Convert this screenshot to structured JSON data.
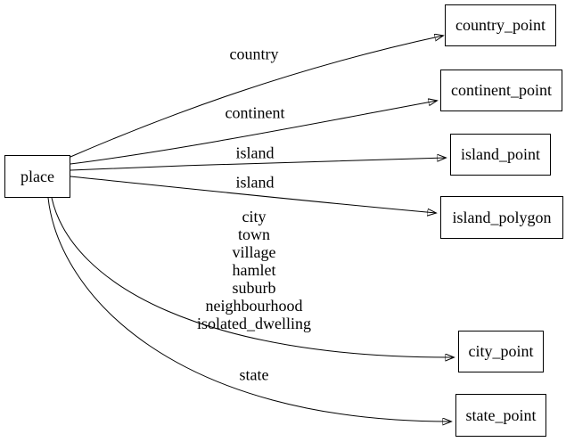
{
  "diagram": {
    "background_color": "#ffffff",
    "line_color": "#000000",
    "text_color": "#000000",
    "nodes": {
      "place": {
        "label": "place"
      },
      "country_point": {
        "label": "country_point"
      },
      "continent_point": {
        "label": "continent_point"
      },
      "island_point": {
        "label": "island_point"
      },
      "island_polygon": {
        "label": "island_polygon"
      },
      "city_point": {
        "label": "city_point"
      },
      "state_point": {
        "label": "state_point"
      }
    },
    "edges": [
      {
        "from": "place",
        "to": "country_point",
        "label": "country"
      },
      {
        "from": "place",
        "to": "continent_point",
        "label": "continent"
      },
      {
        "from": "place",
        "to": "island_point",
        "label": "island"
      },
      {
        "from": "place",
        "to": "island_polygon",
        "label": "island"
      },
      {
        "from": "place",
        "to": "city_point",
        "label_lines": [
          "city",
          "town",
          "village",
          "hamlet",
          "suburb",
          "neighbourhood",
          "isolated_dwelling"
        ]
      },
      {
        "from": "place",
        "to": "state_point",
        "label": "state"
      }
    ]
  }
}
